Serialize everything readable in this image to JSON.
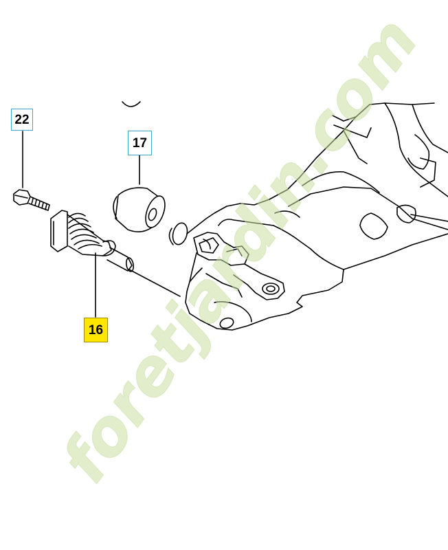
{
  "parts": [
    {
      "number": "22",
      "highlighted": false
    },
    {
      "number": "17",
      "highlighted": false
    },
    {
      "number": "16",
      "highlighted": true
    }
  ],
  "watermark": {
    "text": "foretjardin.com"
  },
  "colors": {
    "label_border": "#3aa7c9",
    "highlight_fill": "#ffe600",
    "watermark_green": "#c9dfa0",
    "watermark_orange": "#f3c08e",
    "watermark_tan": "#d9cdb8",
    "line": "#000000"
  }
}
